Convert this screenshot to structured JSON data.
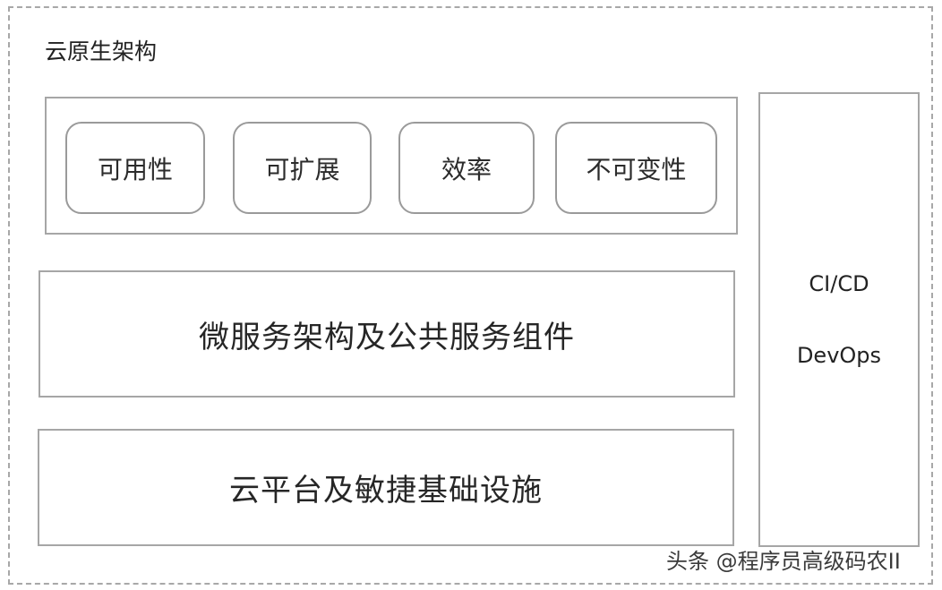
{
  "diagram": {
    "title": "云原生架构",
    "qualities": [
      "可用性",
      "可扩展",
      "效率",
      "不可变性"
    ],
    "microservice_layer": "微服务架构及公共服务组件",
    "platform_layer": "云平台及敏捷基础设施",
    "side_panel": {
      "line1": "CI/CD",
      "line2": "DevOps"
    }
  },
  "watermark": "头条 @程序员高级码农II"
}
